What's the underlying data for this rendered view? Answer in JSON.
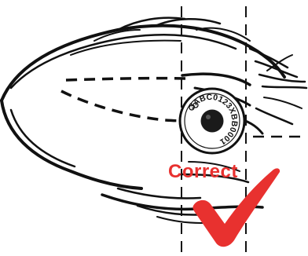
{
  "diagram": {
    "ear_tag_code": "3ABC0123XBB0001",
    "verdict_label": "Correct",
    "colors": {
      "line": "#111111",
      "verdict": "#e8312f",
      "checkmark": "#e8312f",
      "tag_center": "#1a1a1a",
      "background": "#ffffff"
    },
    "icons": {
      "ear": "ear-outline-sketch",
      "tag": "circular-ear-tag",
      "check": "red-check-mark"
    }
  }
}
